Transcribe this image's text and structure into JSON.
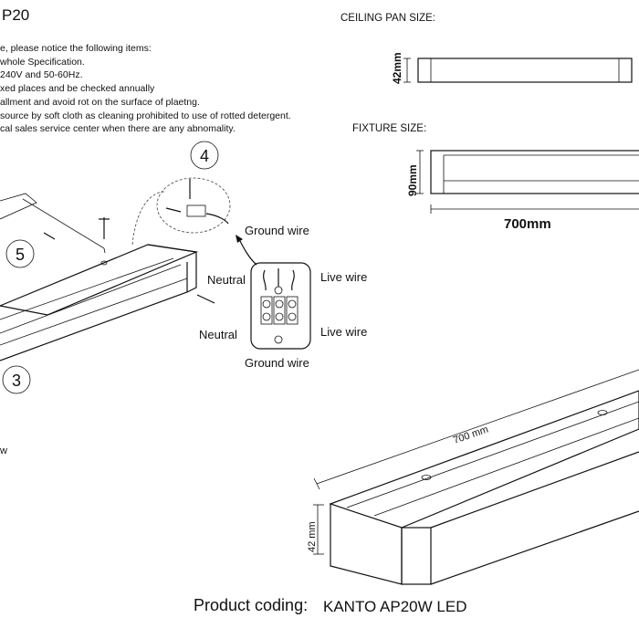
{
  "title": "P20",
  "notes": [
    "e, please notice the following items:",
    "whole Specification.",
    "240V and 50-60Hz.",
    "xed places and be checked annually",
    "allment and avoid rot on the surface of plaetng.",
    "source by soft cloth as cleaning prohibited to use of rotted detergent.",
    "cal sales service center when there are any abnomality."
  ],
  "ceiling_pan": {
    "heading": "CEILING PAN  SIZE:",
    "height_label": "42mm"
  },
  "fixture": {
    "heading": "FIXTURE SIZE:",
    "height_label": "90mm",
    "length_label": "700mm"
  },
  "steps": {
    "s3": "3",
    "s4": "4",
    "s5": "5"
  },
  "wiring": {
    "ground_top": "Ground wire",
    "neutral_top": "Neutral",
    "live_top": "Live wire",
    "neutral_bottom": "Neutral",
    "live_bottom": "Live wire",
    "ground_bottom": "Ground wire"
  },
  "fragment_w": "w",
  "iso": {
    "length_label": "700 mm",
    "height_label": "42 mm"
  },
  "product": {
    "prefix": "Product coding:",
    "code": "KANTO AP20W LED"
  }
}
